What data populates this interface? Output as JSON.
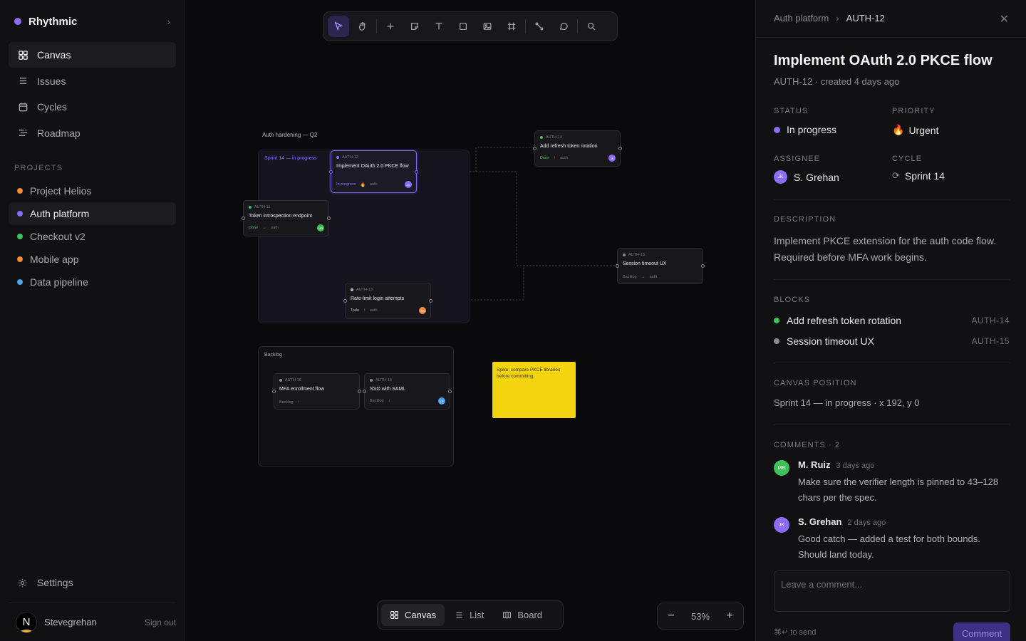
{
  "sidebar": {
    "brand": "Rhythmic",
    "brand_color": "#8b6cf6",
    "nav": [
      {
        "label": "Canvas",
        "icon": "grid-icon",
        "active": true
      },
      {
        "label": "Issues",
        "icon": "list-icon",
        "active": false
      },
      {
        "label": "Cycles",
        "icon": "calendar-icon",
        "active": false
      },
      {
        "label": "Roadmap",
        "icon": "roadmap-icon",
        "active": false
      }
    ],
    "projects_label": "PROJECTS",
    "projects": [
      {
        "label": "Project Helios",
        "color": "#f08a3c",
        "active": false
      },
      {
        "label": "Auth platform",
        "color": "#8b6cf6",
        "active": true
      },
      {
        "label": "Checkout v2",
        "color": "#3fc15a",
        "active": false
      },
      {
        "label": "Mobile app",
        "color": "#f08a3c",
        "active": false
      },
      {
        "label": "Data pipeline",
        "color": "#4aa3f0",
        "active": false
      }
    ],
    "settings_label": "Settings",
    "user": {
      "initial": "N",
      "name": "Stevegrehan",
      "signout": "Sign out"
    }
  },
  "canvas": {
    "tools": [
      "select-icon",
      "hand-icon",
      "plus-icon",
      "note-icon",
      "text-icon",
      "square-icon",
      "image-icon",
      "frame-icon",
      "connector-icon",
      "comment-icon",
      "search-icon"
    ],
    "frame_title": "Auth hardening — Q2",
    "group_sprint_label": "Sprint 14 — in progress",
    "group_backlog_label": "Backlog",
    "cards": {
      "auth12": {
        "id": "AUTH-12",
        "title": "Implement OAuth 2.0 PKCE flow",
        "status": "In progress",
        "priority": "🔥",
        "label": "auth",
        "assignee": "JK",
        "dot": "#8b6cf6",
        "avatar_color": "#8b6cf6"
      },
      "auth11": {
        "id": "AUTH-11",
        "title": "Token introspection endpoint",
        "status": "Done",
        "priority": "→",
        "label": "auth",
        "assignee": "MR",
        "dot": "#3fc15a",
        "avatar_color": "#3fc15a"
      },
      "auth13": {
        "id": "AUTH-13",
        "title": "Rate-limit login attempts",
        "status": "Todo",
        "priority": "↑",
        "label": "auth",
        "assignee": "SG",
        "dot": "#bdbdc5",
        "avatar_color": "#f08a3c"
      },
      "auth14": {
        "id": "AUTH-14",
        "title": "Add refresh token rotation",
        "status": "Done",
        "priority": "↑",
        "label": "auth",
        "assignee": "JK",
        "dot": "#3fc15a",
        "avatar_color": "#8b6cf6"
      },
      "auth15": {
        "id": "AUTH-15",
        "title": "Session timeout UX",
        "status": "Backlog",
        "priority": "→",
        "label": "auth",
        "assignee": "",
        "dot": "#8a8a94",
        "avatar_color": ""
      },
      "auth16": {
        "id": "AUTH-16",
        "title": "MFA enrollment flow",
        "status": "Backlog",
        "priority": "↑",
        "label": "",
        "assignee": "",
        "dot": "#8a8a94",
        "avatar_color": ""
      },
      "auth18": {
        "id": "AUTH-18",
        "title": "SSO with SAML",
        "status": "Backlog",
        "priority": "↓",
        "label": "",
        "assignee": "LP",
        "dot": "#8a8a94",
        "avatar_color": "#4aa3f0"
      }
    },
    "sticky": "Spike: compare PKCE libraries before committing",
    "views": [
      {
        "label": "Canvas",
        "icon": "grid-icon",
        "active": true
      },
      {
        "label": "List",
        "icon": "list-icon",
        "active": false
      },
      {
        "label": "Board",
        "icon": "board-icon",
        "active": false
      }
    ],
    "zoom": {
      "minus": "−",
      "value": "53%",
      "plus": "+"
    }
  },
  "panel": {
    "breadcrumb_project": "Auth platform",
    "breadcrumb_issue": "AUTH-12",
    "title": "Implement OAuth 2.0 PKCE flow",
    "subtitle": "AUTH-12 · created 4 days ago",
    "status_label": "STATUS",
    "status_value": "In progress",
    "status_color": "#8b6cf6",
    "priority_label": "PRIORITY",
    "priority_icon": "🔥",
    "priority_value": "Urgent",
    "assignee_label": "ASSIGNEE",
    "assignee_initials": "JK",
    "assignee_value": "S. Grehan",
    "cycle_label": "CYCLE",
    "cycle_value": "Sprint 14",
    "description_label": "DESCRIPTION",
    "description": "Implement PKCE extension for the auth code flow. Required before MFA work begins.",
    "blocks_label": "BLOCKS",
    "blocks": [
      {
        "title": "Add refresh token rotation",
        "id": "AUTH-14",
        "color": "#3fc15a"
      },
      {
        "title": "Session timeout UX",
        "id": "AUTH-15",
        "color": "#8a8a94"
      }
    ],
    "position_label": "CANVAS POSITION",
    "position_value": "Sprint 14 — in progress · x 192, y 0",
    "comments_label": "COMMENTS · 2",
    "comments": [
      {
        "initials": "MR",
        "color": "#3fc15a",
        "author": "M. Ruiz",
        "time": "3 days ago",
        "body": "Make sure the verifier length is pinned to 43–128 chars per the spec."
      },
      {
        "initials": "JK",
        "color": "#8b6cf6",
        "author": "S. Grehan",
        "time": "2 days ago",
        "body": "Good catch — added a test for both bounds. Should land today."
      }
    ],
    "comment_placeholder": "Leave a comment...",
    "send_hint": "⌘↵ to send",
    "comment_button": "Comment"
  }
}
